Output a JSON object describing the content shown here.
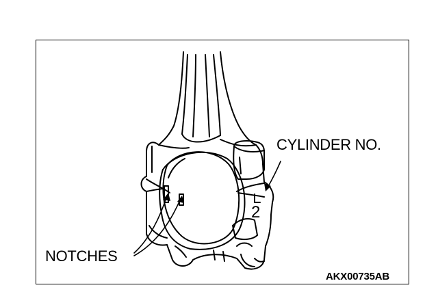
{
  "figure": {
    "labels": {
      "cylinder_no": "CYLINDER NO.",
      "notches": "NOTCHES",
      "stamped_digit": "2"
    },
    "figure_code": "AKX00735AB"
  }
}
